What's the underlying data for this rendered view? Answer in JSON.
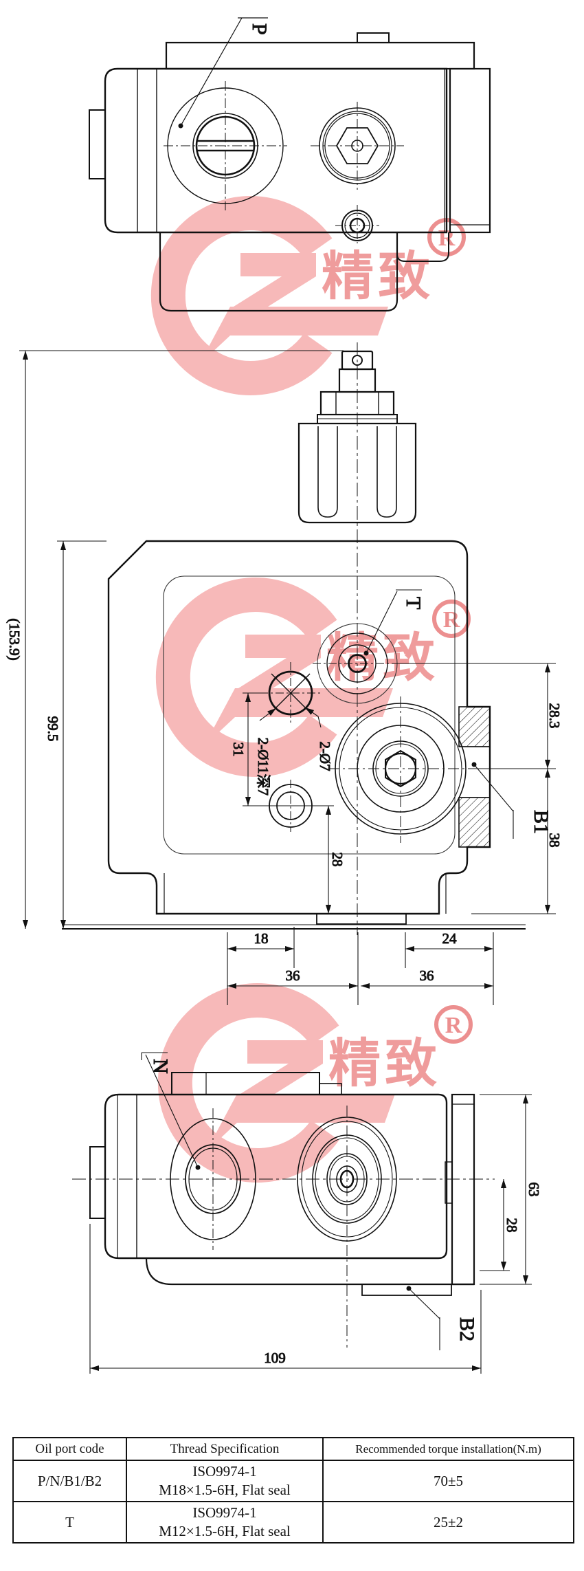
{
  "labels": {
    "p": "P",
    "t": "T",
    "n": "N",
    "b1": "B1",
    "b2": "B2"
  },
  "watermark": {
    "text": "精致",
    "registered": "®"
  },
  "dimensions": {
    "overall_height": "(153.9)",
    "body_height": "99.5",
    "t_to_b1": "28.3",
    "b1_to_bottom": "38",
    "hole_span": "31",
    "hole_to_bottom": "28",
    "foot_left": "18",
    "foot_right": "24",
    "left_half": "36",
    "right_half": "36",
    "small_holes": "2-Ø7",
    "counterbore_holes": "2-Ø11深7",
    "bottom_view_height": "63",
    "bottom_center_offset": "28",
    "overall_width": "109"
  },
  "colors": {
    "line": "#111111",
    "watermark_pink": "#f7b9b9",
    "watermark_text": "#ef9c9c"
  },
  "table": {
    "headers": [
      "Oil port code",
      "Thread Specification",
      "Recommended torque installation(N.m)"
    ],
    "rows": [
      {
        "port": "P/N/B1/B2",
        "spec_line1": "ISO9974-1",
        "spec_line2": "M18×1.5-6H, Flat seal",
        "torque": "70±5"
      },
      {
        "port": "T",
        "spec_line1": "ISO9974-1",
        "spec_line2": "M12×1.5-6H, Flat seal",
        "torque": "25±2"
      }
    ]
  }
}
